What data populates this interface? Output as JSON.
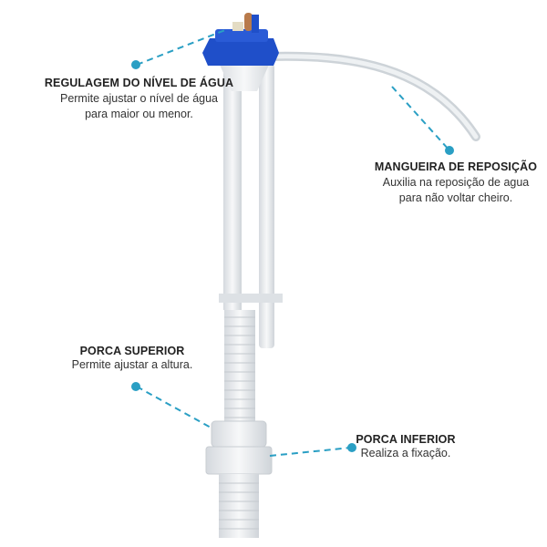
{
  "colors": {
    "accent": "#2a9fc4",
    "cap": "#1f4fc9",
    "plastic": "#e9ecef"
  },
  "callouts": [
    {
      "title": "REGULAGEM DO NÍVEL DE ÁGUA",
      "lines": [
        "Permite ajustar o nível de água",
        "para maior ou menor."
      ]
    },
    {
      "title": "MANGUEIRA DE REPOSIÇÃO",
      "lines": [
        "Auxilia na reposição de agua",
        "para não voltar cheiro."
      ]
    },
    {
      "title": "PORCA SUPERIOR",
      "lines": [
        "Permite ajustar a altura."
      ]
    },
    {
      "title": "PORCA INFERIOR",
      "lines": [
        "Realiza a fixação."
      ]
    }
  ]
}
